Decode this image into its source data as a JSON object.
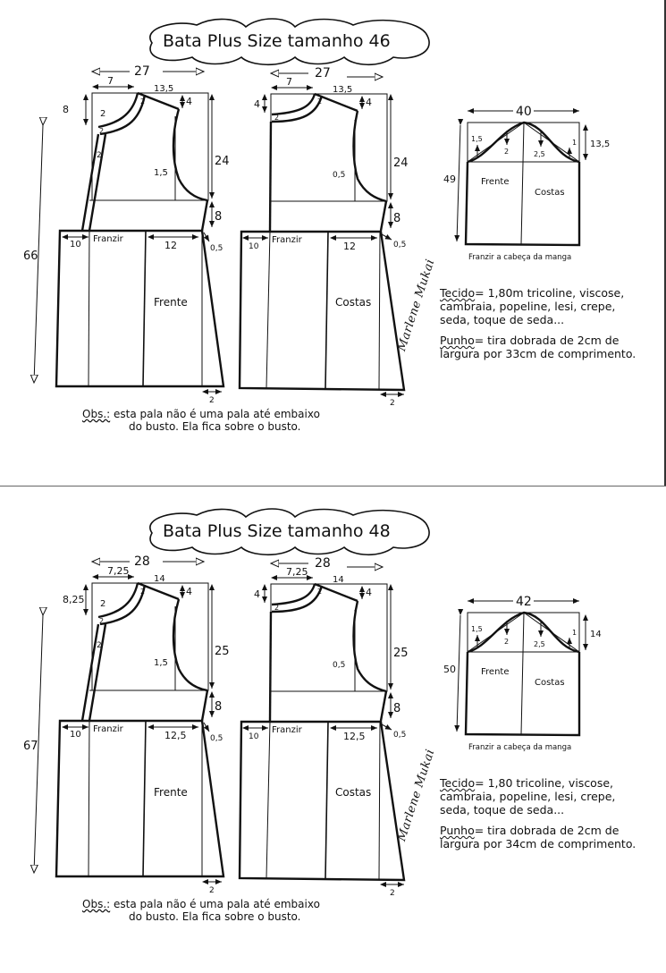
{
  "pages": [
    {
      "title": "Bata Plus Size tamanho 46",
      "bodice_width": "27",
      "neck_width": "7",
      "shoulder": "13,5",
      "shoulder_drop": "4",
      "front_neck_depth": "8",
      "back_neck_depth": "4",
      "neck_band": "2",
      "armhole_height": "24",
      "yoke_to_armhole": "8",
      "front_armhole_curve": "1,5",
      "back_armhole_curve": "0,5",
      "total_length": "66",
      "gather_width": "10",
      "gather_label": "Franzir",
      "side_width": "12",
      "side_offset": "0,5",
      "hem_flare": "2",
      "front_label": "Frente",
      "back_label": "Costas",
      "sleeve": {
        "width": "40",
        "length": "49",
        "cap_height": "13,5",
        "front_mark_1": "1,5",
        "front_mark_2": "2",
        "back_mark_1": "2,5",
        "back_mark_2": "1",
        "front_label": "Frente",
        "back_label": "Costas",
        "note": "Franzir a cabeça da manga"
      },
      "obs_label": "Obs.:",
      "obs_line1": "esta pala não é uma pala até embaixo",
      "obs_line2": "do busto. Ela fica sobre o busto.",
      "fabric_label": "Tecido",
      "fabric_text": "= 1,80m tricoline, viscose, cambraia, popeline, lesi, crepe, seda, toque de seda...",
      "cuff_label": "Punho",
      "cuff_text": "= tira dobrada de 2cm de largura por 33cm de comprimento."
    },
    {
      "title": "Bata Plus Size tamanho 48",
      "bodice_width": "28",
      "neck_width": "7,25",
      "shoulder": "14",
      "shoulder_drop": "4",
      "front_neck_depth": "8,25",
      "back_neck_depth": "4",
      "neck_band": "2",
      "armhole_height": "25",
      "yoke_to_armhole": "8",
      "front_armhole_curve": "1,5",
      "back_armhole_curve": "0,5",
      "total_length": "67",
      "gather_width": "10",
      "gather_label": "Franzir",
      "side_width": "12,5",
      "side_offset": "0,5",
      "hem_flare": "2",
      "front_label": "Frente",
      "back_label": "Costas",
      "sleeve": {
        "width": "42",
        "length": "50",
        "cap_height": "14",
        "front_mark_1": "1,5",
        "front_mark_2": "2",
        "back_mark_1": "2,5",
        "back_mark_2": "1",
        "front_label": "Frente",
        "back_label": "Costas",
        "note": "Franzir a cabeça da manga"
      },
      "obs_label": "Obs.:",
      "obs_line1": "esta pala não é uma pala até embaixo",
      "obs_line2": "do busto. Ela fica sobre o busto.",
      "fabric_label": "Tecido",
      "fabric_text": "= 1,80 tricoline, viscose, cambraia, popeline, lesi, crepe, seda, toque de seda...",
      "cuff_label": "Punho",
      "cuff_text": "= tira dobrada de 2cm de largura por 34cm de comprimento."
    }
  ],
  "signature": "Marlene Mukai"
}
